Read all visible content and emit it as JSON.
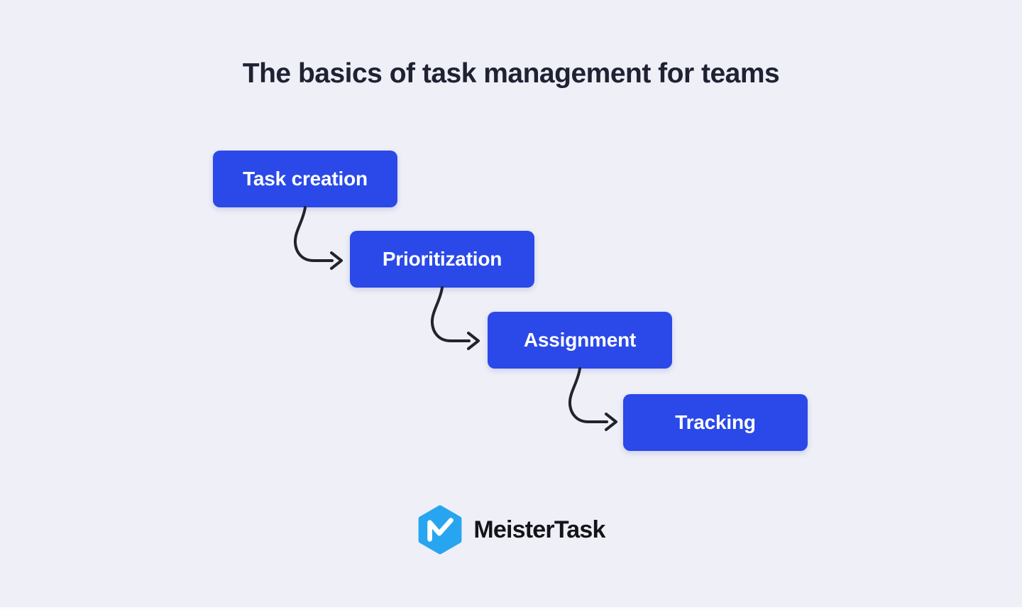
{
  "title": "The basics of task management for teams",
  "flow": {
    "steps": [
      {
        "label": "Task creation"
      },
      {
        "label": "Prioritization"
      },
      {
        "label": "Assignment"
      },
      {
        "label": "Tracking"
      }
    ]
  },
  "brand": {
    "name": "MeisterTask",
    "icon": "meistertask-hexagon-m-icon"
  },
  "colors": {
    "background": "#EFEFF7",
    "step_box": "#2A49E8",
    "step_text": "#FFFFFF",
    "title_text": "#1F2233",
    "arrow": "#23232B",
    "logo_blue": "#28A5F0",
    "wordmark_text": "#141419"
  }
}
